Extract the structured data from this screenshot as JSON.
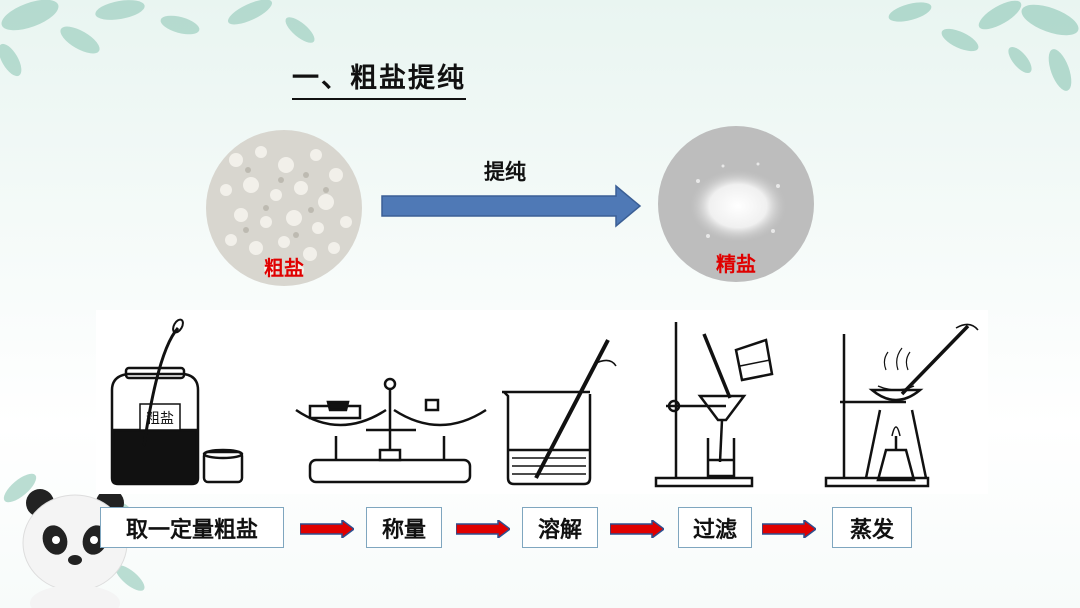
{
  "title": "一、粗盐提纯",
  "purification": {
    "from_label": "粗盐",
    "arrow_label": "提纯",
    "to_label": "精盐"
  },
  "jar_label": "粗盐",
  "steps": [
    "取一定量粗盐",
    "称量",
    "溶解",
    "过滤",
    "蒸发"
  ],
  "colors": {
    "arrow_blue": "#4f79b6",
    "step_arrow_red": "#e00000",
    "label_red": "#e00000"
  }
}
